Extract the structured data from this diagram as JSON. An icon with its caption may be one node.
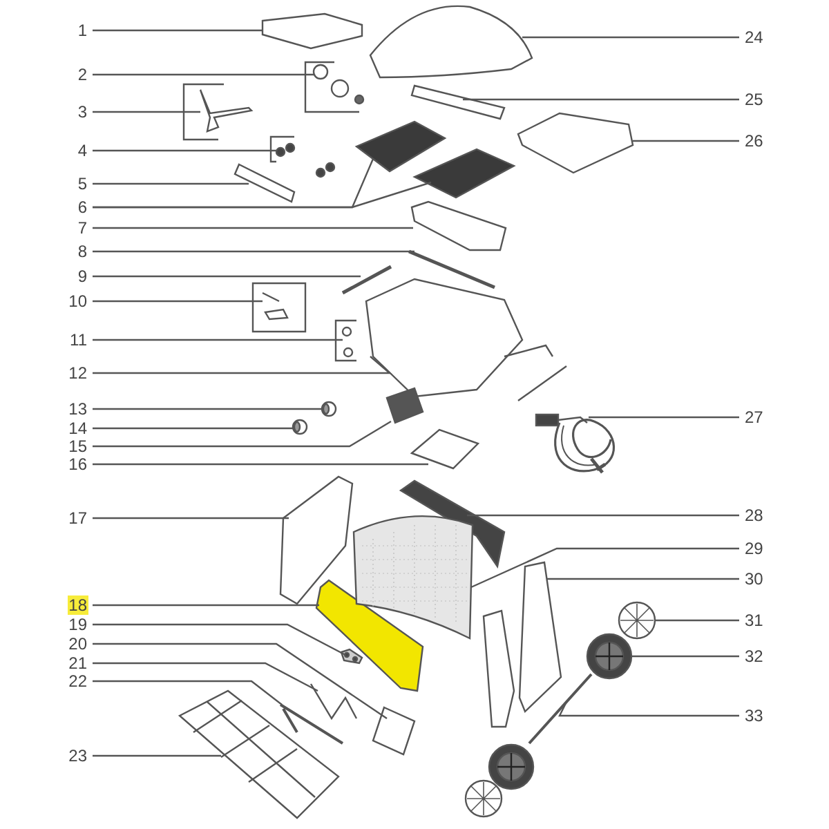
{
  "diagram": {
    "nodes": [
      {
        "text": [
          "1"
        ]
      },
      {
        "text": [
          "2"
        ]
      },
      {
        "text": [
          "3"
        ]
      },
      {
        "text": [
          "4"
        ]
      },
      {
        "text": [
          "5"
        ]
      },
      {
        "text": [
          "6"
        ]
      },
      {
        "text": [
          "7"
        ]
      },
      {
        "text": [
          "8"
        ]
      },
      {
        "text": [
          "9"
        ]
      },
      {
        "text": [
          "10"
        ]
      },
      {
        "text": [
          "11"
        ]
      },
      {
        "text": [
          "12"
        ]
      },
      {
        "text": [
          "13"
        ]
      },
      {
        "text": [
          "14"
        ]
      },
      {
        "text": [
          "15"
        ]
      },
      {
        "text": [
          "16"
        ]
      },
      {
        "text": [
          "17"
        ]
      },
      {
        "text": [
          "18"
        ]
      },
      {
        "text": [
          "19"
        ]
      },
      {
        "text": [
          "20"
        ]
      },
      {
        "text": [
          "21"
        ]
      },
      {
        "text": [
          "22"
        ]
      },
      {
        "text": [
          "23"
        ]
      },
      {
        "text": [
          "24"
        ]
      },
      {
        "text": [
          "25"
        ]
      },
      {
        "text": [
          "26"
        ]
      },
      {
        "text": [
          "27"
        ]
      },
      {
        "text": [
          "28"
        ]
      },
      {
        "text": [
          "29"
        ]
      },
      {
        "text": [
          "30"
        ]
      },
      {
        "text": [
          "31"
        ]
      },
      {
        "text": [
          "32"
        ]
      },
      {
        "text": [
          "33"
        ]
      },
      {
        "text": [],
        "shape": "picture"
      },
      {
        "text": [],
        "shape": "picture"
      },
      {
        "text": [],
        "shape": "picture"
      },
      {
        "text": [],
        "shape": "picture"
      },
      {
        "text": [],
        "shape": "picture"
      },
      {
        "text": [],
        "shape": "picture"
      },
      {
        "text": [],
        "shape": "picture"
      },
      {
        "text": [],
        "shape": "picture"
      },
      {
        "text": [],
        "shape": "picture"
      },
      {
        "text": [],
        "shape": "picture"
      },
      {
        "text": [],
        "shape": "picture"
      },
      {
        "text": [],
        "shape": "picture"
      },
      {
        "text": [],
        "shape": "picture"
      },
      {
        "text": [],
        "shape": "picture"
      },
      {
        "text": [],
        "shape": "picture"
      },
      {
        "text": [],
        "shape": "picture"
      },
      {
        "text": [],
        "shape": "picture"
      },
      {
        "text": [],
        "shape": "picture"
      },
      {
        "text": [],
        "shape": "picture"
      },
      {
        "text": [],
        "shape": "picture"
      },
      {
        "text": [],
        "shape": "picture"
      },
      {
        "text": [],
        "shape": "picture"
      },
      {
        "text": [],
        "shape": "picture"
      },
      {
        "text": [],
        "shape": "picture"
      },
      {
        "text": [],
        "shape": "picture"
      },
      {
        "text": [],
        "shape": "picture"
      },
      {
        "text": [],
        "shape": "picture"
      },
      {
        "text": [],
        "shape": "picture"
      },
      {
        "text": [],
        "shape": "picture"
      },
      {
        "text": [],
        "shape": "picture"
      },
      {
        "text": [],
        "shape": "picture"
      },
      {
        "text": [],
        "shape": "picture"
      },
      {
        "text": [],
        "shape": "picture"
      },
      {
        "text": [],
        "shape": "picture"
      },
      {
        "text": [],
        "shape": "picture"
      },
      {
        "text": [],
        "shape": "picture"
      }
    ],
    "edges": [
      {
        "from": 0,
        "to": 33,
        "arrow": "none"
      },
      {
        "from": 1,
        "to": 34,
        "arrow": "none"
      },
      {
        "from": 2,
        "to": 35,
        "arrow": "none"
      },
      {
        "from": 3,
        "to": 36,
        "arrow": "none"
      },
      {
        "from": 4,
        "to": 37,
        "arrow": "none"
      },
      {
        "from": 5,
        "to": 38,
        "arrow": "none"
      },
      {
        "from": 5,
        "to": 39,
        "arrow": "none"
      },
      {
        "from": 6,
        "to": 40,
        "arrow": "none"
      },
      {
        "from": 7,
        "to": 41,
        "arrow": "none"
      },
      {
        "from": 8,
        "to": 42,
        "arrow": "none"
      },
      {
        "from": 9,
        "to": 43,
        "arrow": "none"
      },
      {
        "from": 10,
        "to": 44,
        "arrow": "none"
      },
      {
        "from": 11,
        "to": 45,
        "arrow": "none"
      },
      {
        "from": 12,
        "to": 46,
        "arrow": "none"
      },
      {
        "from": 13,
        "to": 47,
        "arrow": "none"
      },
      {
        "from": 14,
        "to": 48,
        "arrow": "none"
      },
      {
        "from": 15,
        "to": 49,
        "arrow": "none"
      },
      {
        "from": 16,
        "to": 50,
        "arrow": "none"
      },
      {
        "from": 17,
        "to": 51,
        "arrow": "none"
      },
      {
        "from": 18,
        "to": 52,
        "arrow": "none"
      },
      {
        "from": 19,
        "to": 53,
        "arrow": "none"
      },
      {
        "from": 20,
        "to": 54,
        "arrow": "none"
      },
      {
        "from": 21,
        "to": 55,
        "arrow": "none"
      },
      {
        "from": 22,
        "to": 56,
        "arrow": "none"
      },
      {
        "from": 23,
        "to": 57,
        "arrow": "none"
      },
      {
        "from": 24,
        "to": 58,
        "arrow": "none"
      },
      {
        "from": 25,
        "to": 59,
        "arrow": "none"
      },
      {
        "from": 26,
        "to": 60,
        "arrow": "none"
      },
      {
        "from": 27,
        "to": 61,
        "arrow": "none"
      },
      {
        "from": 28,
        "to": 62,
        "arrow": "none"
      },
      {
        "from": 29,
        "to": 63,
        "arrow": "none"
      },
      {
        "from": 30,
        "to": 64,
        "arrow": "none"
      },
      {
        "from": 31,
        "to": 65,
        "arrow": "none"
      },
      {
        "from": 32,
        "to": 66,
        "arrow": "none"
      }
    ]
  }
}
